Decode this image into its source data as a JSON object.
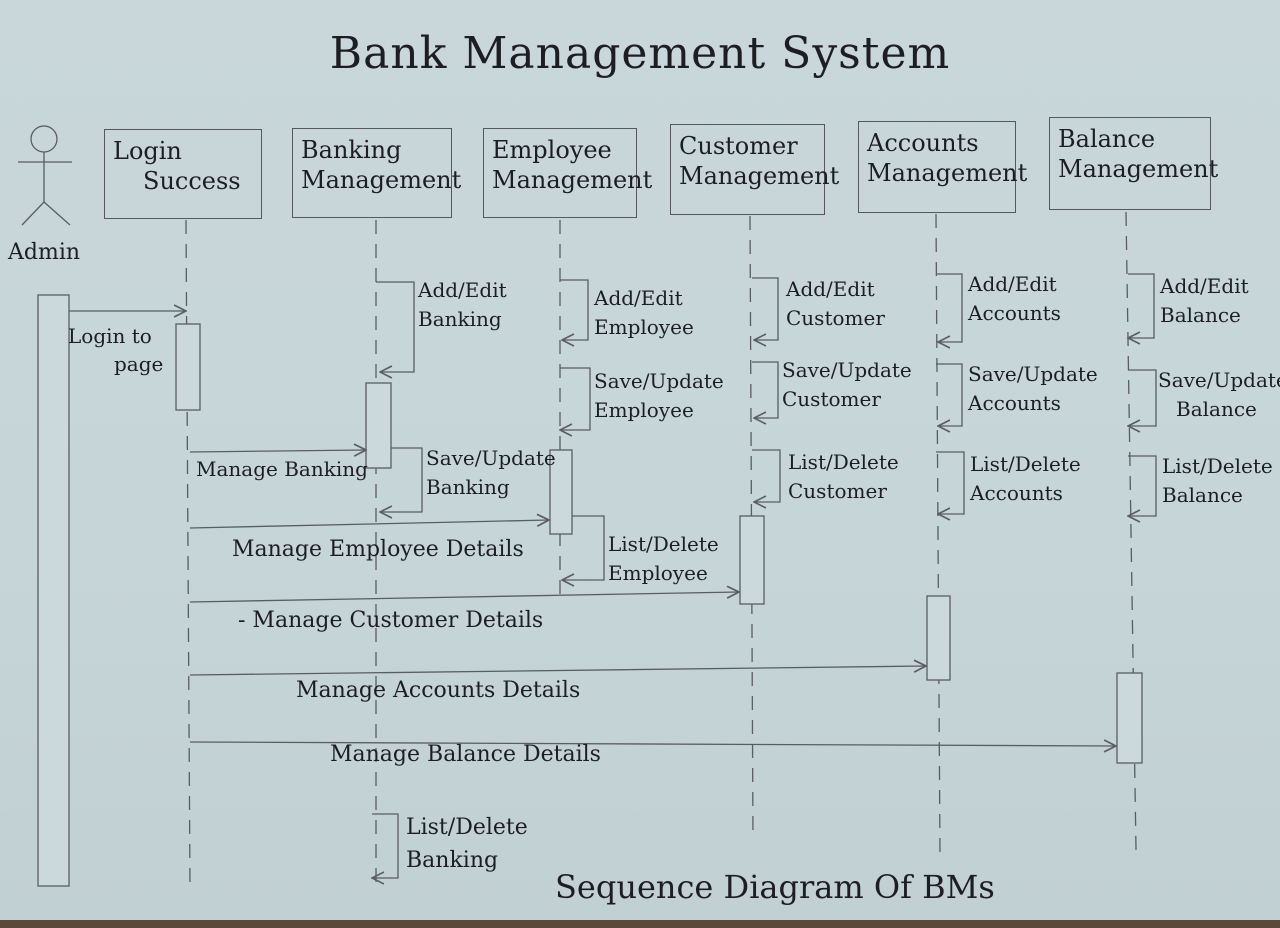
{
  "title": "Bank Management System",
  "footer": "Sequence Diagram Of BMs",
  "actor": "Admin",
  "lifelines": [
    {
      "l1": "Login",
      "l2": "Success"
    },
    {
      "l1": "Banking",
      "l2": "Management"
    },
    {
      "l1": "Employee",
      "l2": "Management"
    },
    {
      "l1": "Customer",
      "l2": "Management"
    },
    {
      "l1": "Accounts",
      "l2": "Management"
    },
    {
      "l1": "Balance",
      "l2": "Management"
    }
  ],
  "self_messages": [
    {
      "l1": "Add/Edit",
      "l2": "Banking"
    },
    {
      "l1": "Save/Update",
      "l2": "Banking"
    },
    {
      "l1": "List/Delete",
      "l2": "Banking"
    },
    {
      "l1": "Add/Edit",
      "l2": "Employee"
    },
    {
      "l1": "Save/Update",
      "l2": "Employee"
    },
    {
      "l1": "List/Delete",
      "l2": "Employee"
    },
    {
      "l1": "Add/Edit",
      "l2": "Customer"
    },
    {
      "l1": "Save/Update",
      "l2": "Customer"
    },
    {
      "l1": "List/Delete",
      "l2": "Customer"
    },
    {
      "l1": "Add/Edit",
      "l2": "Accounts"
    },
    {
      "l1": "Save/Update",
      "l2": "Accounts"
    },
    {
      "l1": "List/Delete",
      "l2": "Accounts"
    },
    {
      "l1": "Add/Edit",
      "l2": "Balance"
    },
    {
      "l1": "Save/Update",
      "l2": "Balance"
    },
    {
      "l1": "List/Delete",
      "l2": "Balance"
    }
  ],
  "messages": [
    {
      "l1": "Login to",
      "l2": "page"
    },
    {
      "label": "Manage Banking"
    },
    {
      "label": "Manage Employee Details"
    },
    {
      "label": "- Manage Customer Details"
    },
    {
      "label": "Manage Accounts Details"
    },
    {
      "label": "Manage Balance Details"
    }
  ]
}
